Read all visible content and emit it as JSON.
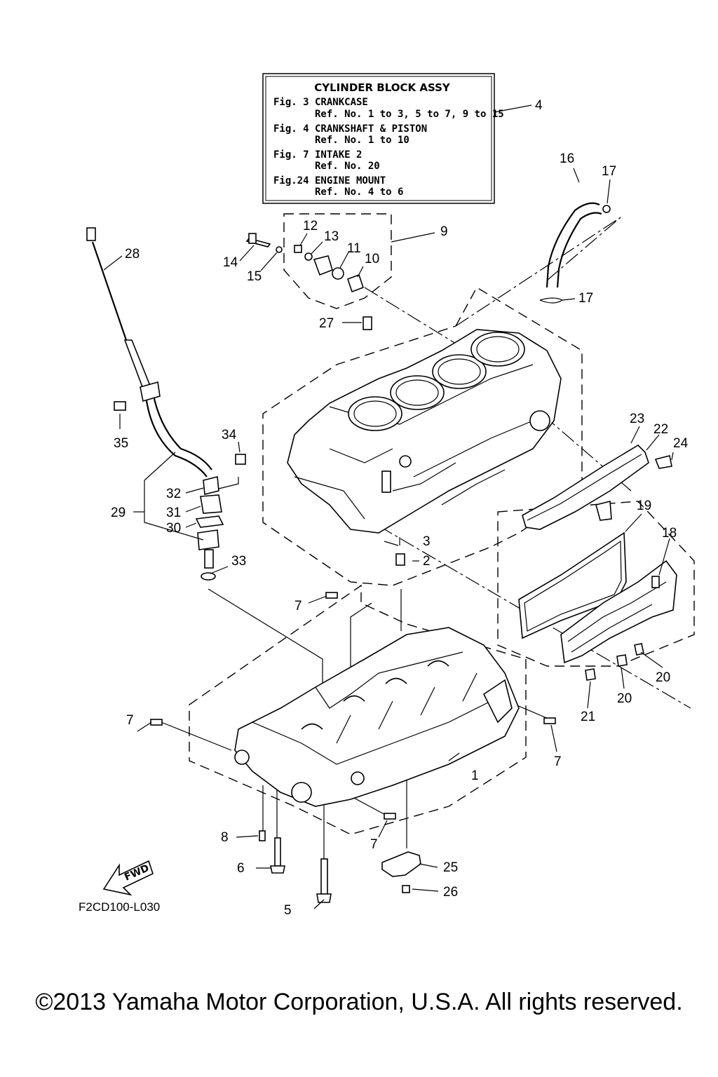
{
  "inset": {
    "title": "CYLINDER BLOCK ASSY",
    "lines": [
      {
        "fig": "Fig.  3",
        "name": "CRANKCASE",
        "ref": "Ref. No. 1 to 3, 5 to 7, 9 to 15"
      },
      {
        "fig": "Fig.  4",
        "name": "CRANKSHAFT & PISTON",
        "ref": "Ref. No. 1 to 10"
      },
      {
        "fig": "Fig.  7",
        "name": "INTAKE 2",
        "ref": "Ref. No. 20"
      },
      {
        "fig": "Fig.24",
        "name": "ENGINE MOUNT",
        "ref": "Ref. No. 4 to 6"
      }
    ]
  },
  "callouts": {
    "c1": "1",
    "c2": "2",
    "c3": "3",
    "c4": "4",
    "c5": "5",
    "c6": "6",
    "c7a": "7",
    "c7b": "7",
    "c7c": "7",
    "c7d": "7",
    "c8": "8",
    "c9": "9",
    "c10": "10",
    "c11": "11",
    "c12": "12",
    "c13": "13",
    "c14": "14",
    "c15": "15",
    "c16": "16",
    "c17a": "17",
    "c17b": "17",
    "c18": "18",
    "c19": "19",
    "c20a": "20",
    "c20b": "20",
    "c21": "21",
    "c22": "22",
    "c23": "23",
    "c24": "24",
    "c25": "25",
    "c26": "26",
    "c27": "27",
    "c28": "28",
    "c29": "29",
    "c30": "30",
    "c31": "31",
    "c32": "32",
    "c33": "33",
    "c34": "34",
    "c35": "35"
  },
  "fwd_label": "FWD",
  "diagram_code": "F2CD100-L030",
  "copyright": "©2013 Yamaha Motor Corporation, U.S.A. All rights reserved."
}
